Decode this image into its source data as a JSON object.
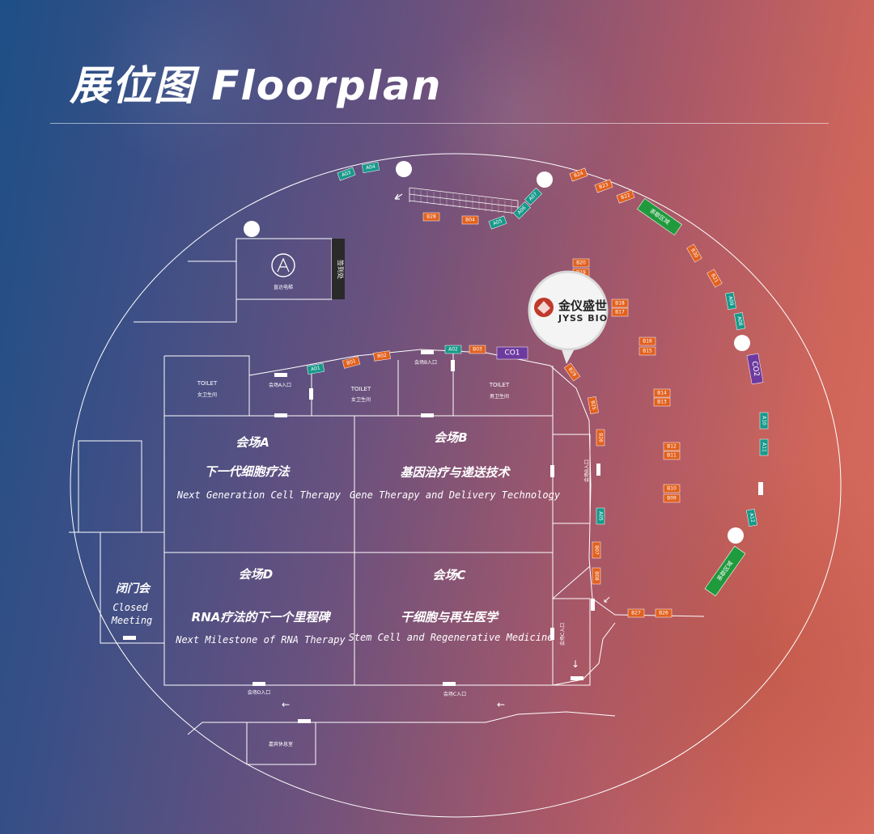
{
  "title": "展位图 Floorplan",
  "colors": {
    "booth_orange": "#e2611e",
    "booth_teal": "#17998a",
    "booth_purple": "#6d3aa0",
    "lounge_green": "#1f9a3c",
    "line_white": "#ffffff"
  },
  "halls": [
    {
      "name": "会场A",
      "topic_zh": "下一代细胞疗法",
      "topic_en": "Next Generation Cell Therapy"
    },
    {
      "name": "会场B",
      "topic_zh": "基因治疗与递送技术",
      "topic_en": "Gene Therapy and Delivery Technology"
    },
    {
      "name": "会场D",
      "topic_zh": "RNA疗法的下一个里程碑",
      "topic_en": "Next Milestone of RNA Therapy"
    },
    {
      "name": "会场C",
      "topic_zh": "干细胞与再生医学",
      "topic_en": "Stem Cell and Regenerative Medicine"
    }
  ],
  "closed_meeting": {
    "zh": "闭门会",
    "en_line1": "Closed",
    "en_line2": "Meeting"
  },
  "toilets": [
    {
      "en": "TOILET",
      "zh": "女卫生间"
    },
    {
      "en": "TOILET",
      "zh": "女卫生间"
    },
    {
      "en": "TOILET",
      "zh": "男卫生间"
    }
  ],
  "entrances": [
    "会场A入口",
    "会场B入口",
    "会场C入口",
    "会场D入口",
    "会场C入口",
    "会场B入口"
  ],
  "rooms": {
    "elevator": "直达电梯",
    "registration": "签到处",
    "vip": "嘉宾休息室"
  },
  "lounges": [
    "茶歇区域",
    "茶歇区域"
  ],
  "logo": {
    "cn": "金仪盛世",
    "en": "JYSS BIO"
  },
  "booths": {
    "orange": [
      "B28",
      "B04",
      "B24",
      "B23",
      "B22",
      "B01",
      "B02",
      "B03",
      "B20",
      "B19",
      "B18",
      "B17",
      "B16",
      "B15",
      "B14",
      "B13",
      "B12",
      "B11",
      "B10",
      "B09",
      "B30",
      "B21",
      "B29",
      "B25",
      "B26",
      "B07",
      "B08",
      "B27",
      "B26"
    ],
    "teal": [
      "A03",
      "A04",
      "A05",
      "A06",
      "A07",
      "A01",
      "A02",
      "A09",
      "A08",
      "A10",
      "A11",
      "A12",
      "A05"
    ],
    "purple": [
      "CO1",
      "CO2"
    ]
  }
}
